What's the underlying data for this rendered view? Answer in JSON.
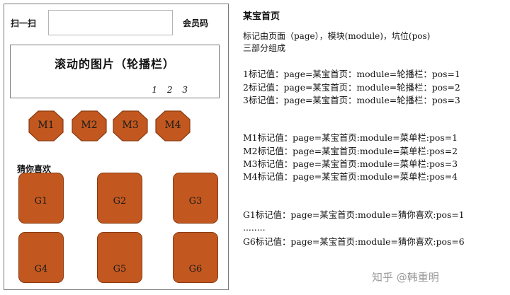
{
  "phone": {
    "scan_label": "扫一扫",
    "search_placeholder": "",
    "member_code_label": "会员码",
    "carousel": {
      "title": "滚动的图片（轮播栏）",
      "indicators": [
        "1",
        "2",
        "3"
      ]
    },
    "menu_items": [
      {
        "label": "M1",
        "color": "#c2581f"
      },
      {
        "label": "M2",
        "color": "#c2581f"
      },
      {
        "label": "M3",
        "color": "#c2581f"
      },
      {
        "label": "M4",
        "color": "#c2581f"
      }
    ],
    "guess_you_like_title": "猜你喜欢",
    "goods": [
      "G1",
      "G2",
      "G3",
      "G4",
      "G5",
      "G6"
    ]
  },
  "notes": {
    "heading": "某宝首页",
    "intro_line1": "标记由页面（page），模块(module)，坑位(pos)",
    "intro_line2": "三部分组成",
    "carousel_lines": [
      "1标记值：page=某宝首页：module=轮播栏：pos=1",
      "2标记值：page=某宝首页：module=轮播栏：pos=2",
      "3标记值：page=某宝首页：module=轮播栏：pos=3"
    ],
    "menu_lines": [
      "M1标记值：page=某宝首页:module=菜单栏:pos=1",
      "M2标记值：page=某宝首页:module=菜单栏:pos=2",
      "M3标记值：page=某宝首页:module=菜单栏:pos=3",
      "M4标记值：page=某宝首页:module=菜单栏:pos=4"
    ],
    "goods_lines": [
      "G1标记值：page=某宝首页:module=猜你喜欢:pos=1",
      "........",
      "G6标记值：page=某宝首页:module=猜你喜欢:pos=6"
    ]
  },
  "watermark": "知乎 @韩重明"
}
